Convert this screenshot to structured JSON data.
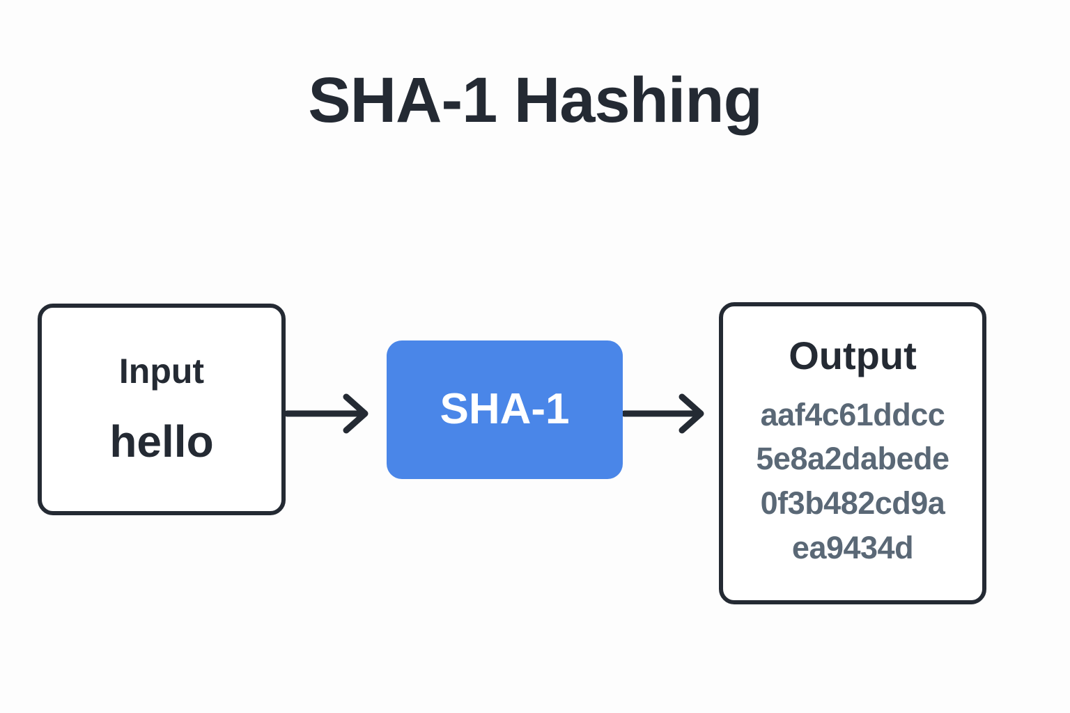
{
  "title": "SHA-1 Hashing",
  "colors": {
    "background": "#fdfdfd",
    "border": "#242a33",
    "title_text": "#242a33",
    "process_fill": "#4a86e8",
    "process_text": "#ffffff",
    "hash_text": "#5a6876",
    "arrow": "#242a33"
  },
  "diagram": {
    "type": "flow",
    "nodes": [
      {
        "id": "input",
        "shape": "rounded-rect",
        "label": "Input",
        "value": "hello"
      },
      {
        "id": "process",
        "shape": "rounded-rect-filled",
        "label": "SHA-1"
      },
      {
        "id": "output",
        "shape": "rounded-rect",
        "label": "Output",
        "value": "aaf4c61ddcc5e8a2dabede0f3b482cd9aea9434d",
        "value_lines": [
          "aaf4c61ddcc",
          "5e8a2dabede",
          "0f3b482cd9a",
          "ea9434d"
        ]
      }
    ],
    "edges": [
      {
        "id": "edge-input-process",
        "from": "input",
        "to": "process",
        "label": "",
        "style": "solid-arrow"
      },
      {
        "id": "edge-process-output",
        "from": "process",
        "to": "output",
        "label": "",
        "style": "solid-arrow"
      }
    ]
  }
}
